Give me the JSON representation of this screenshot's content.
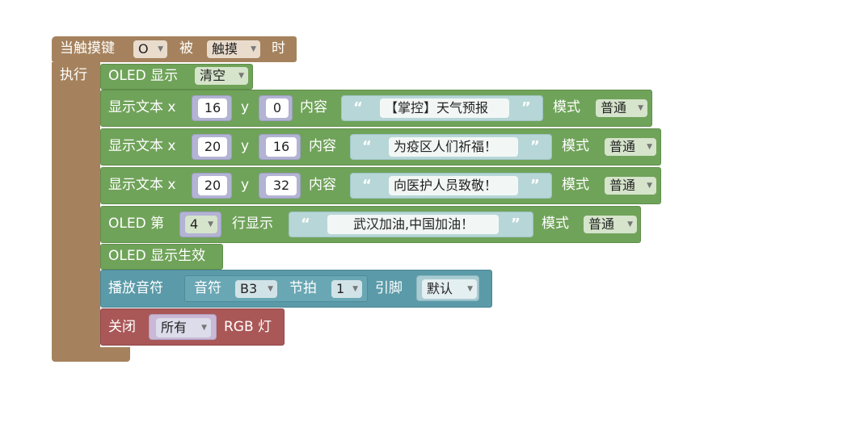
{
  "event": {
    "label_when": "当触摸键",
    "key_value": "O",
    "label_by": "被",
    "action_value": "触摸",
    "label_time": "时",
    "label_exec": "执行"
  },
  "blocks": {
    "oled_show": {
      "label": "OLED 显示",
      "mode": "清空"
    },
    "text1": {
      "label_x": "显示文本 x",
      "x": "16",
      "label_y": "y",
      "y": "0",
      "label_content": "内容",
      "open_quote": "“",
      "text": "【掌控】天气预报",
      "close_quote": "”",
      "label_mode": "模式",
      "mode": "普通"
    },
    "text2": {
      "label_x": "显示文本 x",
      "x": "20",
      "label_y": "y",
      "y": "16",
      "label_content": "内容",
      "open_quote": "“",
      "text": "为疫区人们祈福！",
      "close_quote": "”",
      "label_mode": "模式",
      "mode": "普通"
    },
    "text3": {
      "label_x": "显示文本 x",
      "x": "20",
      "label_y": "y",
      "y": "32",
      "label_content": "内容",
      "open_quote": "“",
      "text": "向医护人员致敬！",
      "close_quote": "”",
      "label_mode": "模式",
      "mode": "普通"
    },
    "line": {
      "label_a": "OLED 第",
      "line_no": "4",
      "label_b": "行显示",
      "open_quote": "“",
      "text": "武汉加油,中国加油！",
      "close_quote": "”",
      "label_mode": "模式",
      "mode": "普通"
    },
    "oled_apply": {
      "label": "OLED 显示生效"
    },
    "play": {
      "label": "播放音符",
      "label_note": "音符",
      "note": "B3",
      "label_beat": "节拍",
      "beat": "1",
      "label_pin": "引脚",
      "pin": "默认"
    },
    "rgb": {
      "label_off": "关闭",
      "target": "所有",
      "label_rgb": "RGB 灯"
    }
  },
  "colors": {
    "event": "#a5825d",
    "green": "#70a35a",
    "blue": "#5b9aa8",
    "red": "#aa5757"
  }
}
